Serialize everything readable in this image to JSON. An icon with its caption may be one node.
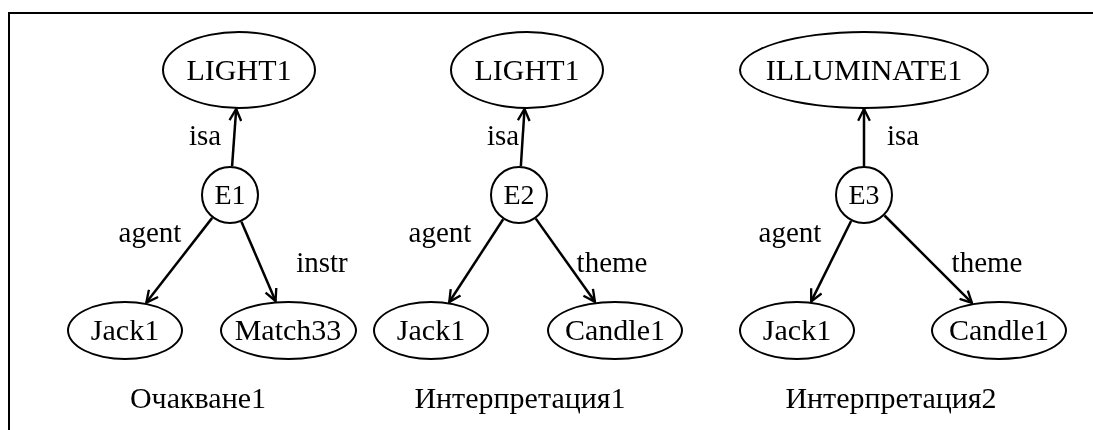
{
  "diagram": {
    "nodes": [
      {
        "text": [
          "LIGHT1"
        ]
      },
      {
        "text": [
          "E1"
        ]
      },
      {
        "text": [
          "Jack1"
        ]
      },
      {
        "text": [
          "Match33"
        ]
      },
      {
        "text": [
          "LIGHT1"
        ]
      },
      {
        "text": [
          "E2"
        ]
      },
      {
        "text": [
          "Jack1"
        ]
      },
      {
        "text": [
          "Candle1"
        ]
      },
      {
        "text": [
          "ILLUMINATE1"
        ]
      },
      {
        "text": [
          "E3"
        ]
      },
      {
        "text": [
          "Jack1"
        ]
      },
      {
        "text": [
          "Candle1"
        ]
      }
    ],
    "edges": [
      {
        "from": 1,
        "to": 0,
        "arrow": "to",
        "label": "isa"
      },
      {
        "from": 1,
        "to": 2,
        "arrow": "to",
        "label": "agent"
      },
      {
        "from": 1,
        "to": 3,
        "arrow": "to",
        "label": "instr"
      },
      {
        "from": 5,
        "to": 4,
        "arrow": "to",
        "label": "isa"
      },
      {
        "from": 5,
        "to": 6,
        "arrow": "to",
        "label": "agent"
      },
      {
        "from": 5,
        "to": 7,
        "arrow": "to",
        "label": "theme"
      },
      {
        "from": 9,
        "to": 8,
        "arrow": "to",
        "label": "isa"
      },
      {
        "from": 9,
        "to": 10,
        "arrow": "to",
        "label": "agent"
      },
      {
        "from": 9,
        "to": 11,
        "arrow": "to",
        "label": "theme"
      }
    ],
    "labels": [
      "Очакване1",
      "Интерпретация1",
      "Интерпретация2"
    ]
  }
}
